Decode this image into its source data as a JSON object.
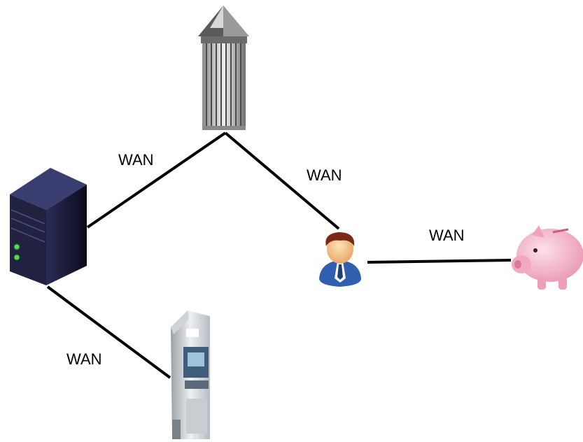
{
  "diagram": {
    "nodes": [
      {
        "id": "skyscraper",
        "icon": "skyscraper-icon"
      },
      {
        "id": "server",
        "icon": "server-tower-icon"
      },
      {
        "id": "user",
        "icon": "user-avatar-icon"
      },
      {
        "id": "piggy",
        "icon": "piggy-bank-icon"
      },
      {
        "id": "atm",
        "icon": "atm-machine-icon"
      }
    ],
    "edges": [
      {
        "from": "skyscraper",
        "to": "server",
        "label": "WAN"
      },
      {
        "from": "skyscraper",
        "to": "user",
        "label": "WAN"
      },
      {
        "from": "user",
        "to": "piggy",
        "label": "WAN"
      },
      {
        "from": "server",
        "to": "atm",
        "label": "WAN"
      }
    ]
  },
  "colors": {
    "line": "#000000",
    "server_body": "#1b1c3a",
    "piggy": "#f4b4c6",
    "user_suit": "#2f5fae",
    "user_hair": "#7a2a10"
  }
}
